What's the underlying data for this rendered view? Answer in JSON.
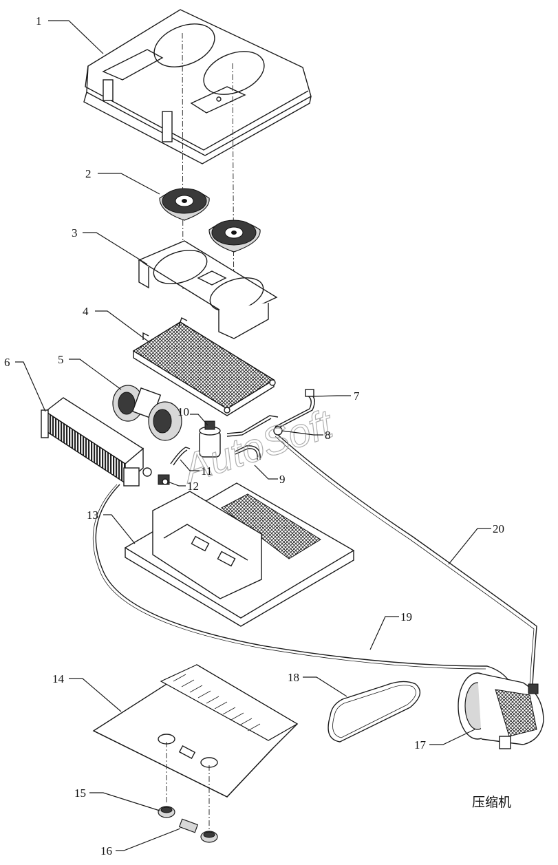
{
  "callouts": [
    "1",
    "2",
    "3",
    "4",
    "5",
    "6",
    "7",
    "8",
    "9",
    "10",
    "11",
    "12",
    "13",
    "14",
    "15",
    "16",
    "17",
    "18",
    "19",
    "20"
  ],
  "compressor_label": "压缩机",
  "watermark": "AutoSoft"
}
